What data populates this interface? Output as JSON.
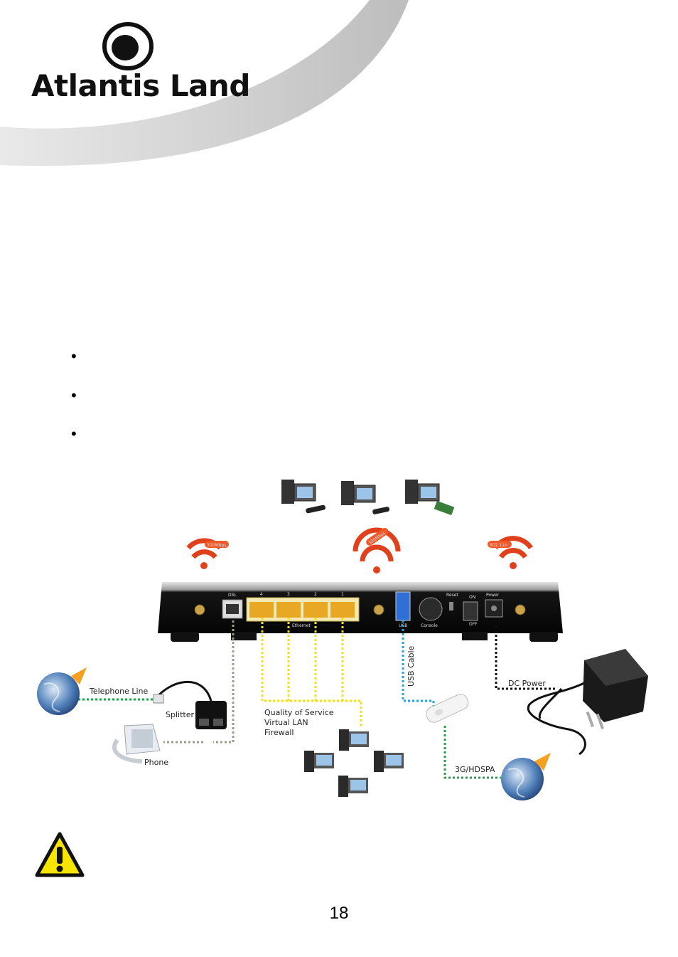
{
  "brand": {
    "name": "Atlantis Land"
  },
  "bullets": [
    "•",
    "•",
    "•"
  ],
  "diagram": {
    "ports": {
      "dsl": "DSL",
      "eth4": "4",
      "eth3": "3",
      "eth2": "2",
      "eth1": "1",
      "ethernet": "Ethernet",
      "usb": "USB",
      "console": "Console",
      "reset": "Reset",
      "on": "ON",
      "off": "OFF",
      "power": "Power"
    },
    "badges": {
      "left": "300Mbps",
      "center": "300Mbps",
      "right": "802.11n"
    },
    "labels": {
      "telephone_line": "Telephone  Line",
      "splitter": "Splitter",
      "phone": "Phone",
      "qos": "Quality of Service",
      "vlan": "Virtual LAN",
      "firewall": "Firewall",
      "usb_cable": "USB Cable",
      "dc_power": "DC Power",
      "hsdpa": "3G/HDSPA"
    }
  },
  "page_number": "18"
}
